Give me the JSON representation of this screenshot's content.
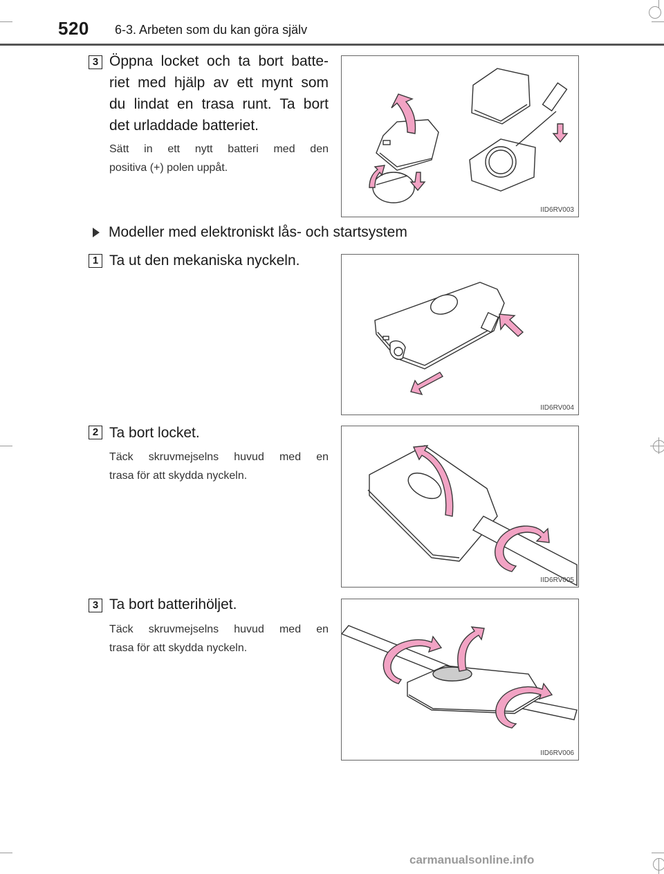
{
  "header": {
    "page_number": "520",
    "section": "6-3. Arbeten som du kan göra själv"
  },
  "steps": [
    {
      "badge": "3",
      "text": "Öppna locket och ta bort batte-riet med hjälp av ett mynt som du lindat en trasa runt. Ta bort det urladdade batteriet.",
      "lines": [
        "Öppna locket och ta bort batte-",
        "riet med hjälp av ett mynt som",
        "du lindat en trasa runt. Ta bort",
        "det urladdade batteriet."
      ],
      "note_lines": [
        "Sätt in ett nytt batteri med den",
        "positiva (+) polen uppåt."
      ],
      "figure_code": "IID6RV003"
    },
    {
      "badge": "1",
      "lines": [
        "Ta ut den mekaniska nyckeln."
      ],
      "note_lines": [],
      "figure_code": "IID6RV004"
    },
    {
      "badge": "2",
      "lines": [
        "Ta bort locket."
      ],
      "note_lines": [
        "Täck skruvmejselns huvud med en",
        "trasa för att skydda nyckeln."
      ],
      "figure_code": "IID6RV005"
    },
    {
      "badge": "3",
      "lines": [
        "Ta bort batterihöljet."
      ],
      "note_lines": [
        "Täck skruvmejselns huvud med en",
        "trasa för att skydda nyckeln."
      ],
      "figure_code": "IID6RV006"
    }
  ],
  "subheading": "Modeller med elektroniskt lås- och startsystem",
  "footer": "carmanualsonline.info",
  "colors": {
    "arrow_fill": "#f2a3c4",
    "arrow_stroke": "#3a3a3a",
    "rule": "#555555"
  },
  "icons": [
    "bullet-triangle-icon",
    "crop-mark-icon"
  ]
}
